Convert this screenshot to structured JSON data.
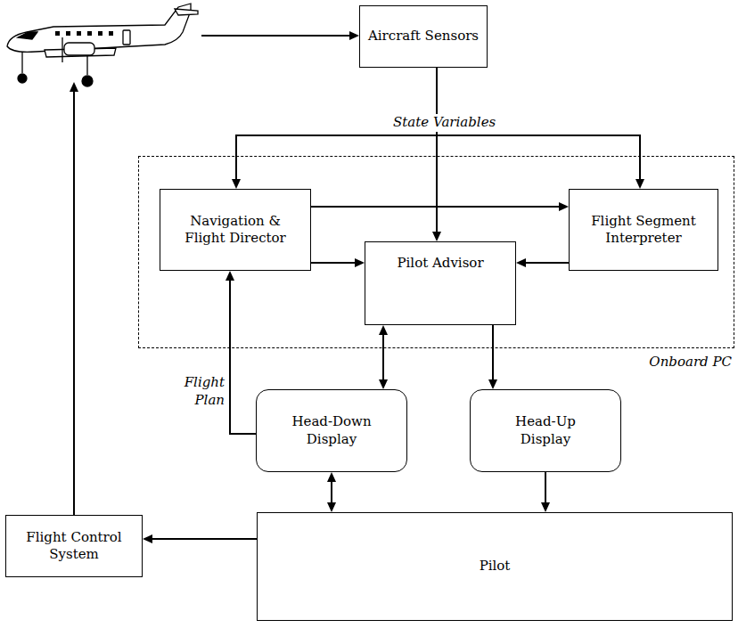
{
  "diagram": {
    "nodes": [
      {
        "text": [
          "Aircraft Sensors"
        ]
      },
      {
        "text": [
          "Onboard PC"
        ]
      },
      {
        "text": [
          "Navigation & Flight Director"
        ],
        "in": 1
      },
      {
        "text": [
          "Flight Segment Interpreter"
        ],
        "in": 1
      },
      {
        "text": [
          "Pilot Advisor"
        ],
        "in": 1
      },
      {
        "text": [
          "Head-Down Display"
        ]
      },
      {
        "text": [
          "Head-Up Display"
        ]
      },
      {
        "text": [
          "Flight Control System"
        ]
      },
      {
        "text": [
          "Pilot"
        ]
      }
    ],
    "edges": [
      {
        "from": 0,
        "to": 2,
        "arrow": "to",
        "label": "State Variables"
      },
      {
        "from": 0,
        "to": 3,
        "arrow": "to"
      },
      {
        "from": 0,
        "to": 4,
        "arrow": "to"
      },
      {
        "from": 2,
        "to": 3,
        "arrow": "to"
      },
      {
        "from": 2,
        "to": 4,
        "arrow": "to"
      },
      {
        "from": 3,
        "to": 4,
        "arrow": "to"
      },
      {
        "from": 4,
        "to": 5,
        "arrow": "both"
      },
      {
        "from": 4,
        "to": 6,
        "arrow": "to"
      },
      {
        "from": 5,
        "to": 2,
        "arrow": "to",
        "label": "Flight Plan"
      },
      {
        "from": 5,
        "to": 8,
        "arrow": "both"
      },
      {
        "from": 6,
        "to": 8,
        "arrow": "to"
      },
      {
        "from": 8,
        "to": 7,
        "arrow": "to"
      }
    ]
  }
}
